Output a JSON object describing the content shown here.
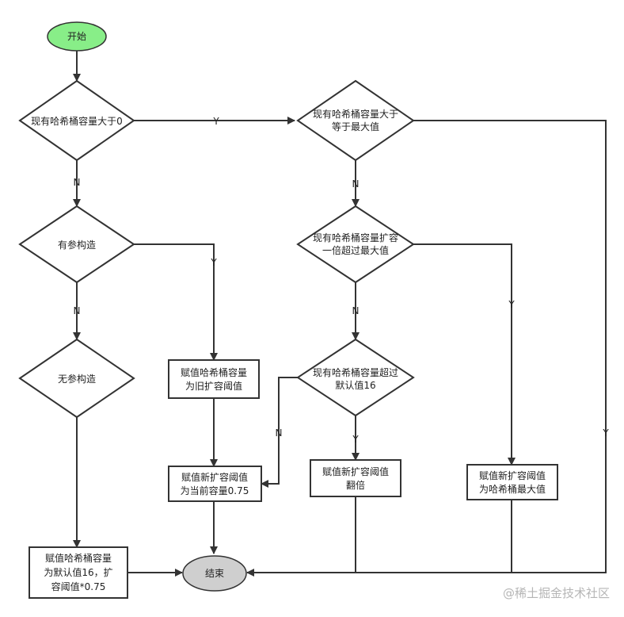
{
  "nodes": {
    "start": "开始",
    "d_gt0": "现有哈希桶容量大于0",
    "d_gemax": [
      "现有哈希桶容量大于",
      "等于最大值"
    ],
    "d_param": "有参构造",
    "d_noparam": "无参构造",
    "d_dbl": [
      "现有哈希桶容量扩容",
      "一倍超过最大值"
    ],
    "d_gt16": [
      "现有哈希桶容量超过",
      "默认值16"
    ],
    "p_old": [
      "赋值哈希桶容量",
      "为旧扩容阈值"
    ],
    "p_cur": [
      "赋值新扩容阈值",
      "为当前容量0.75"
    ],
    "p_dbl": [
      "赋值新扩容阈值",
      "翻倍"
    ],
    "p_max": [
      "赋值新扩容阈值",
      "为哈希桶最大值"
    ],
    "p_def": [
      "赋值哈希桶容量",
      "为默认值16，扩",
      "容阈值*0.75"
    ],
    "end": "结束"
  },
  "edge_labels": {
    "yes": "Y",
    "no": "N"
  },
  "watermark": "@稀土掘金技术社区",
  "colors": {
    "start_fill": "#88ee88",
    "end_fill": "#cfcfcf",
    "stroke": "#333333",
    "watermark": "#b5b5b5"
  }
}
